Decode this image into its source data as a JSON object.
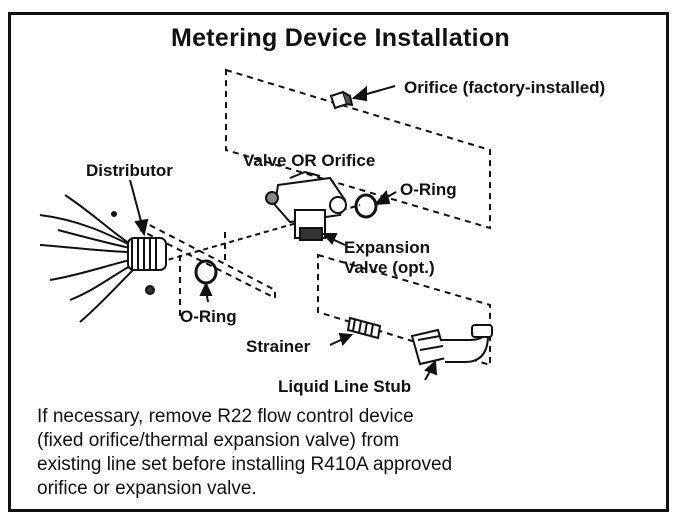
{
  "title": "Metering Device Installation",
  "labels": {
    "orifice_factory": "Orifice (factory-installed)",
    "valve_or_orifice": "Valve OR Orifice",
    "o_ring_top": "O-Ring",
    "distributor": "Distributor",
    "expansion_valve_line1": "Expansion",
    "expansion_valve_line2": "Valve (opt.)",
    "o_ring_bottom": "O-Ring",
    "strainer": "Strainer",
    "liquid_line_stub": "Liquid Line Stub"
  },
  "note": {
    "lines": [
      "If necessary, remove R22 flow control device",
      "(fixed orifice/thermal expansion valve) from",
      "existing line set before installing R410A approved",
      "orifice or expansion valve."
    ]
  },
  "colors": {
    "ink": "#111111",
    "background": "#ffffff"
  }
}
